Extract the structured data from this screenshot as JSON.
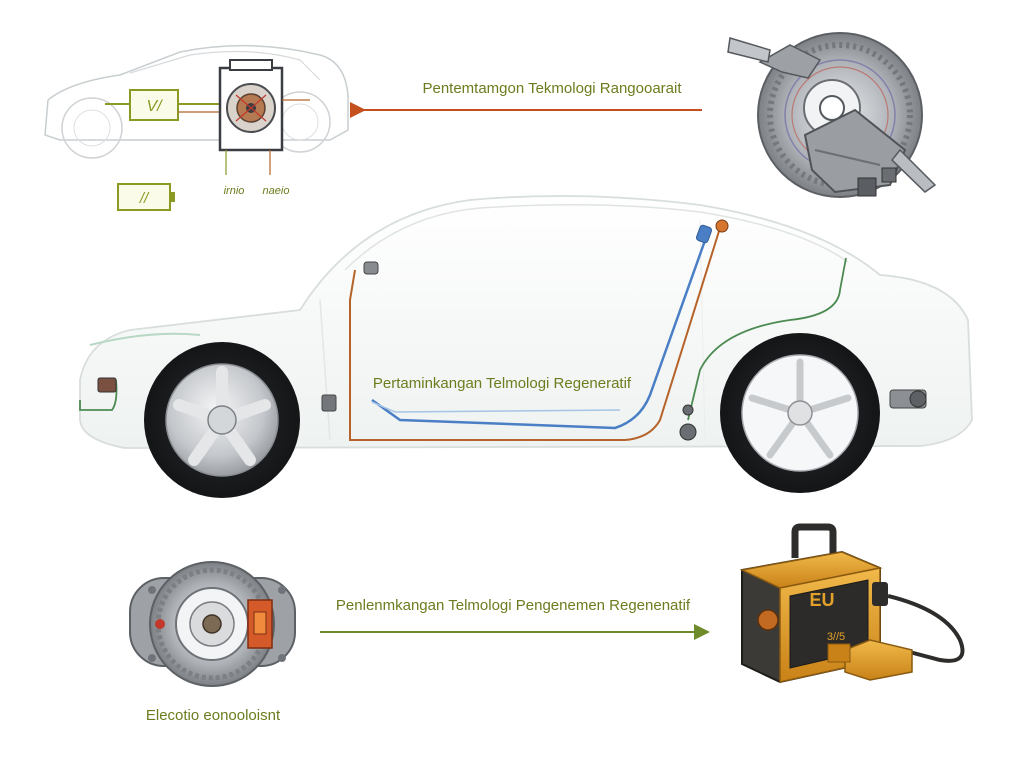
{
  "labels": {
    "top_arrow": "Pentemtamgon Tekmologi Rangooarait",
    "middle_car": "Pertaminkangan Telmologi Regeneratif",
    "bottom_arrow": "Penlenmkangan Telmologi Pengenemen Regenenatif",
    "bottom_left_caption": "Elecotio eonooloisnt",
    "small_car_tag_left": "irnio",
    "small_car_tag_right": "naeio",
    "battery_symbol_top": "V/",
    "battery_symbol_bottom": "//",
    "charger_panel_text": "EU",
    "charger_panel_small": "3//5"
  },
  "colors": {
    "label_text": "#6b7d1e",
    "arrow_orange": "#c4501e",
    "arrow_green": "#6f8a2a",
    "wire_orange": "#b5632a",
    "wire_blue": "#4a7fc6",
    "wire_green": "#4c8a52",
    "battery_green": "#8a9a22",
    "charger_gold": "#e3a12a",
    "charger_dark": "#3b3a37",
    "brake_gray": "#8f9296"
  },
  "icons": [
    "car-outline-icon",
    "motor-icon",
    "battery-icon",
    "brake-caliper-icon",
    "electric-motor-icon",
    "charger-icon",
    "wheel-icon"
  ]
}
